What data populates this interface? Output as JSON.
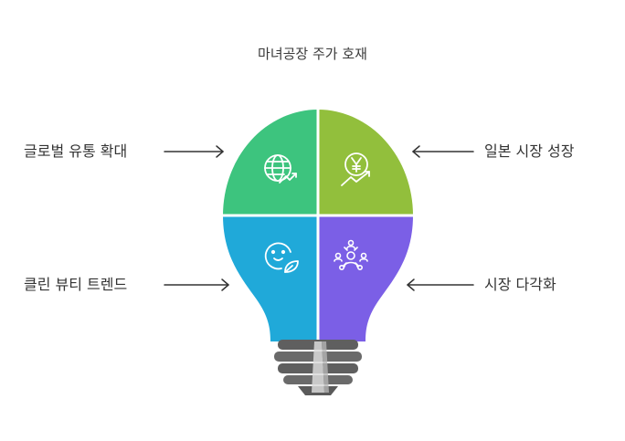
{
  "title": "마녀공장 주가 호재",
  "quadrants": [
    {
      "label": "글로벌 유통 확대",
      "icon": "globe-growth-icon",
      "color": "#3dc47e"
    },
    {
      "label": "일본 시장 성장",
      "icon": "yen-growth-icon",
      "color": "#92bf3c"
    },
    {
      "label": "클린 뷰티 트렌드",
      "icon": "clean-beauty-icon",
      "color": "#20a9d9"
    },
    {
      "label": "시장 다각화",
      "icon": "diversification-icon",
      "color": "#7b5fe6"
    }
  ]
}
